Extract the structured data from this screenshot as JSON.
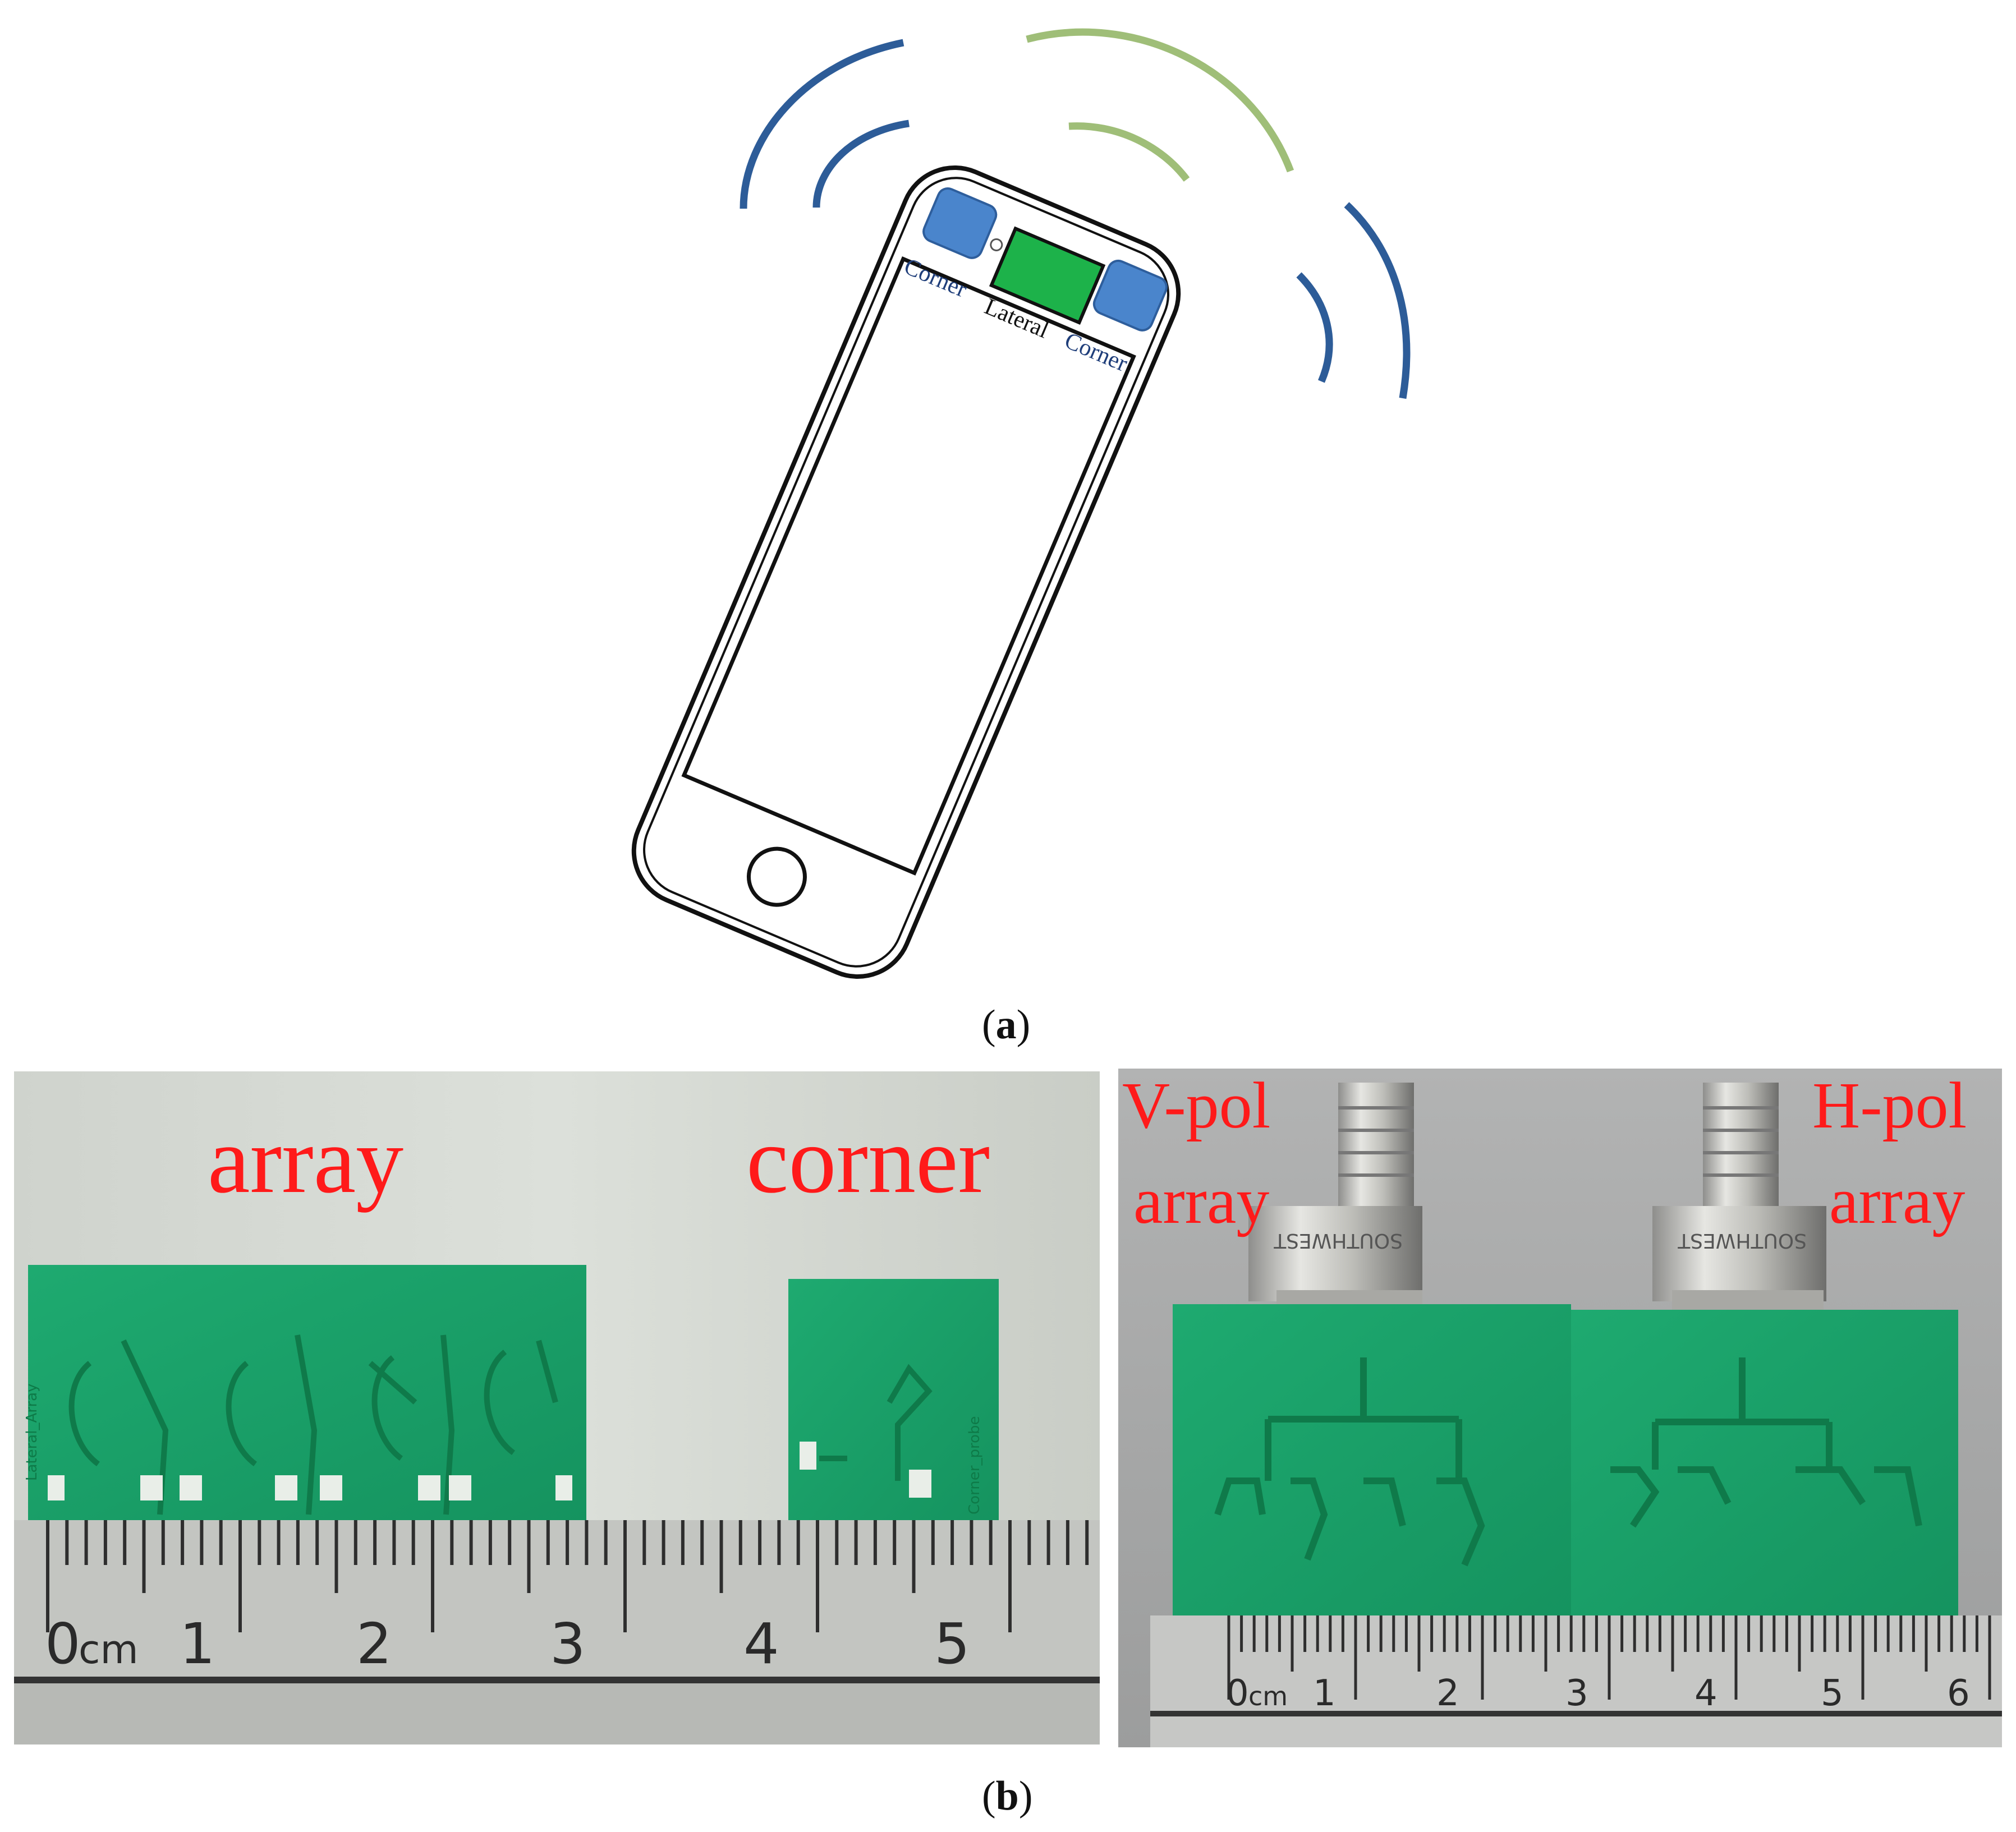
{
  "phone": {
    "labels": {
      "corner_left": "Corner",
      "lateral": "Lateral",
      "corner_right": "Corner"
    },
    "colors": {
      "corner_module": "#4A85CC",
      "lateral_module": "#1DB24A",
      "wave_blue": "#2D5C98",
      "wave_green": "#9FBE78"
    }
  },
  "panel_a_label": {
    "open": "(",
    "letter": "a",
    "close": ")"
  },
  "panel_b_label": {
    "open": "(",
    "letter": "b",
    "close": ")"
  },
  "photo_left": {
    "labels": {
      "array": "array",
      "corner": "corner"
    },
    "pcb_silk": {
      "array": "Lateral_Array",
      "corner": "Corner_probe"
    },
    "ruler": {
      "ticks": [
        "0",
        "1",
        "2",
        "3",
        "4",
        "5"
      ],
      "unit": "cm"
    }
  },
  "photo_right": {
    "labels": {
      "v_pol_1": "V-pol",
      "v_pol_2": "array",
      "h_pol_1": "H-pol",
      "h_pol_2": "array"
    },
    "connector_text": "SOUTHWEST",
    "ruler": {
      "ticks": [
        "0",
        "1",
        "2",
        "3",
        "4",
        "5",
        "6"
      ],
      "unit": "cm"
    }
  },
  "colors": {
    "annotation_red": "#FF1A1A",
    "pcb_green": "#1BA36B",
    "photo_bg_left": "#D4D8D2",
    "photo_bg_right": "#A9AAAA"
  }
}
